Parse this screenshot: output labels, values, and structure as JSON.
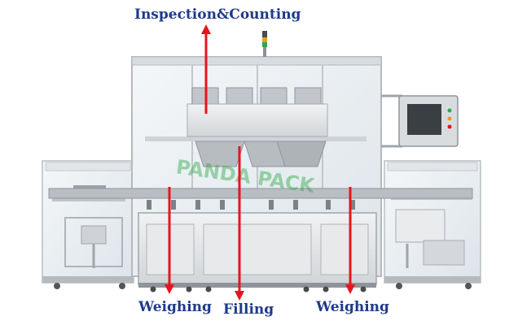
{
  "annotations": {
    "top": "Inspection&Counting",
    "weighing_left": "Weighing",
    "filling": "Filling",
    "weighing_right": "Weighing"
  },
  "watermark": "PANDA PACK",
  "colors": {
    "label_text": "#1f3a8a",
    "arrow": "#e8141c",
    "machine_frame": "#c9ccd1",
    "steel_panel": "#e6e8ea",
    "glass": "#eef3f6",
    "watermark": "#2fa84a"
  }
}
